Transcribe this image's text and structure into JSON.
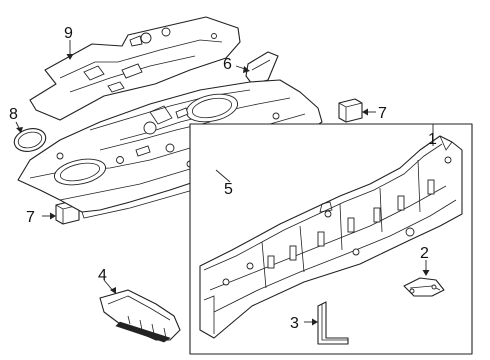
{
  "callouts": [
    {
      "id": "9",
      "label": "9"
    },
    {
      "id": "6",
      "label": "6"
    },
    {
      "id": "8",
      "label": "8"
    },
    {
      "id": "7a",
      "label": "7"
    },
    {
      "id": "7b",
      "label": "7"
    },
    {
      "id": "1",
      "label": "1"
    },
    {
      "id": "5",
      "label": "5"
    },
    {
      "id": "4",
      "label": "4"
    },
    {
      "id": "2",
      "label": "2"
    },
    {
      "id": "3",
      "label": "3"
    }
  ]
}
